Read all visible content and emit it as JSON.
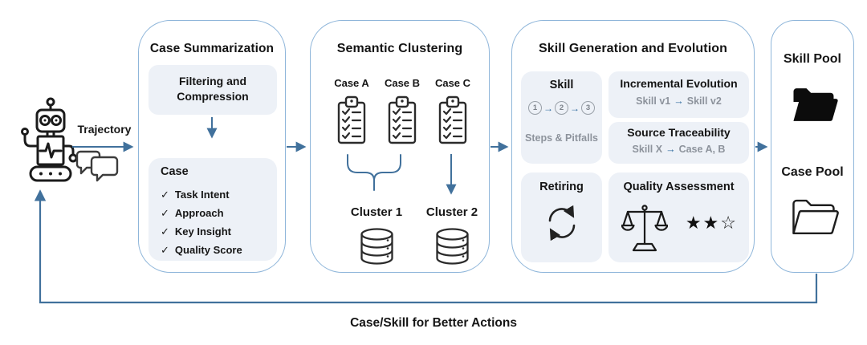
{
  "colors": {
    "panel_border": "#8fb6da",
    "card_bg": "#edf1f7",
    "connector": "#41719c",
    "muted_text": "#8d939c",
    "ink": "#161616"
  },
  "icons": {
    "check": "✓",
    "arrow_right": "→"
  },
  "robot": {
    "trajectory_label": "Trajectory"
  },
  "caption": "Case/Skill for Better Actions",
  "case_summarization": {
    "title": "Case Summarization",
    "filtering_card": "Filtering and Compression",
    "case_card": {
      "title": "Case",
      "items": [
        "Task Intent",
        "Approach",
        "Key Insight",
        "Quality Score"
      ]
    }
  },
  "semantic_clustering": {
    "title": "Semantic Clustering",
    "cases": [
      "Case A",
      "Case B",
      "Case C"
    ],
    "clusters": [
      "Cluster 1",
      "Cluster 2"
    ]
  },
  "skill_generation": {
    "title": "Skill Generation and Evolution",
    "skill_card": {
      "title": "Skill",
      "steps": [
        "1",
        "2",
        "3"
      ],
      "note": "Steps & Pitfalls"
    },
    "incremental_card": {
      "title": "Incremental Evolution",
      "from": "Skill v1",
      "to": "Skill v2"
    },
    "traceability_card": {
      "title": "Source Traceability",
      "from": "Skill X",
      "to": "Case A, B"
    },
    "retiring_card": {
      "title": "Retiring"
    },
    "quality_card": {
      "title": "Quality Assessment",
      "stars": "★★☆"
    }
  },
  "pools": {
    "skill": "Skill Pool",
    "case": "Case Pool"
  }
}
